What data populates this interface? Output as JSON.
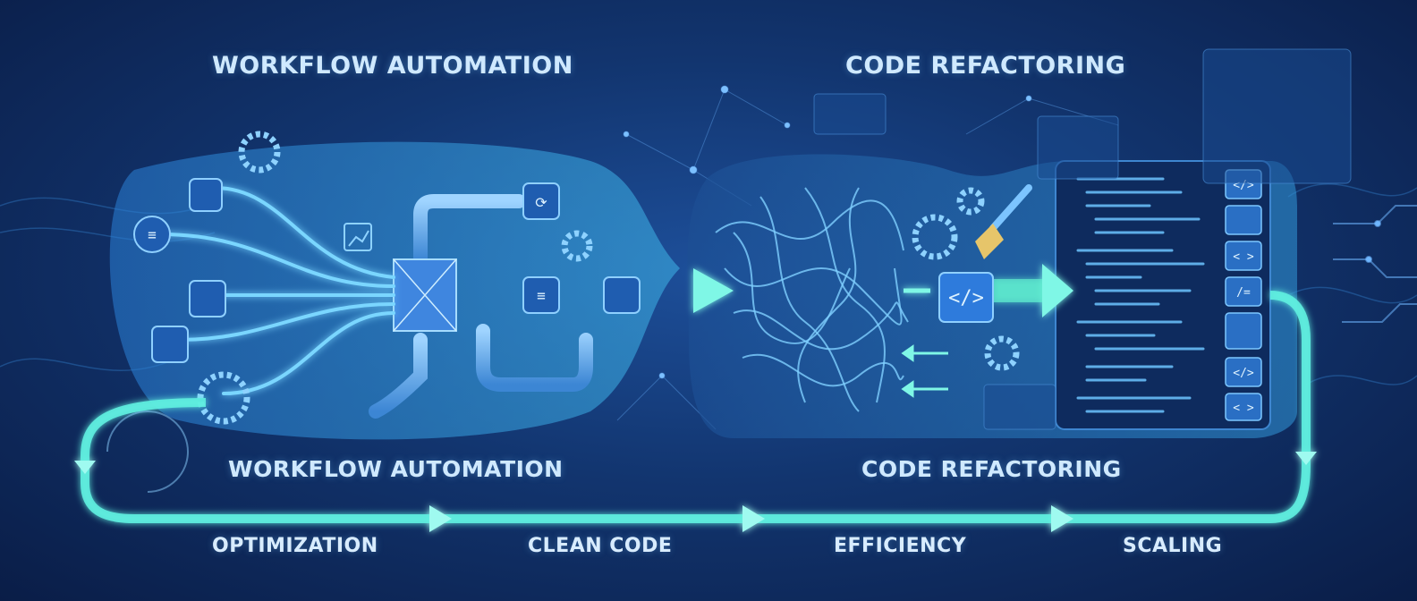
{
  "titles": {
    "top_left": "WORKFLOW AUTOMATION",
    "top_right": "CODE REFACTORING",
    "mid_left": "WORKFLOW AUTOMATION",
    "mid_right": "CODE REFACTORING"
  },
  "stages": [
    "OPTIMIZATION",
    "CLEAN CODE",
    "EFFICIENCY",
    "SCALING"
  ],
  "colors": {
    "background": "#0b1f4d",
    "flow_glow": "#5ff0e0",
    "accent_blue": "#4aa8ff",
    "panel": "#0f2a5c",
    "text": "#cfe9ff"
  },
  "icons": [
    "gear-icon",
    "code-brackets-icon",
    "paintbrush-icon",
    "server-icon",
    "refresh-icon",
    "chart-icon",
    "network-icon",
    "document-icon"
  ]
}
